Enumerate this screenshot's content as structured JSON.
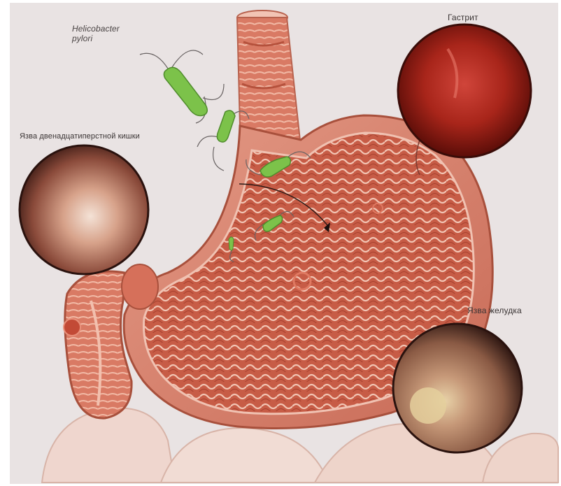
{
  "labels": {
    "helicobacter_line1": "Helicobacter",
    "helicobacter_line2": "pylori",
    "duodenal_ulcer": "Язва двенадцатиперстной кишки",
    "gastritis": "Гастрит",
    "gastric_ulcer": "Язва желудка"
  },
  "colors": {
    "background": "#e9e3e3",
    "stomach_wall": "#d27a68",
    "mucosa": "#c55a44",
    "fold": "#f0c2b2",
    "bacteria": "#7cc24a",
    "gastritis_lens": "#a8251a",
    "ulcer_lens": "#b88a70"
  },
  "icons": [
    "stomach-illustration",
    "esophagus",
    "duodenum",
    "helicobacter-bacterium",
    "magnifier-lens"
  ]
}
